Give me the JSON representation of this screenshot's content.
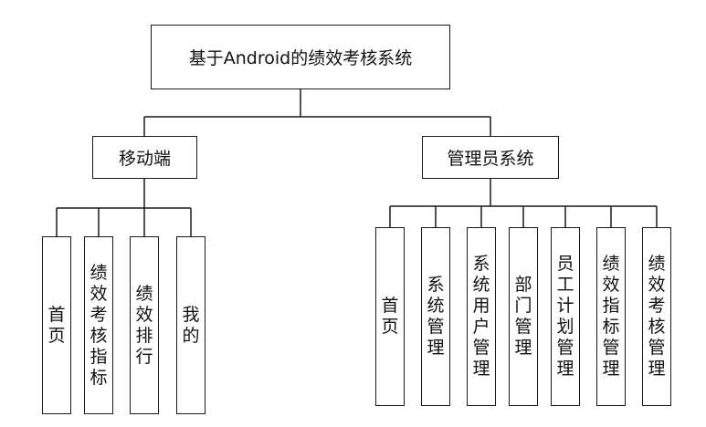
{
  "root": {
    "label": "基于Android的绩效考核系统"
  },
  "mobile": {
    "label": "移动端",
    "children": [
      "首页",
      "绩效考核指标",
      "绩效排行",
      "我的"
    ]
  },
  "admin": {
    "label": "管理员系统",
    "children": [
      "首页",
      "系统管理",
      "系统用户管理",
      "部门管理",
      "员工计划管理",
      "绩效指标管理",
      "绩效考核管理"
    ]
  }
}
